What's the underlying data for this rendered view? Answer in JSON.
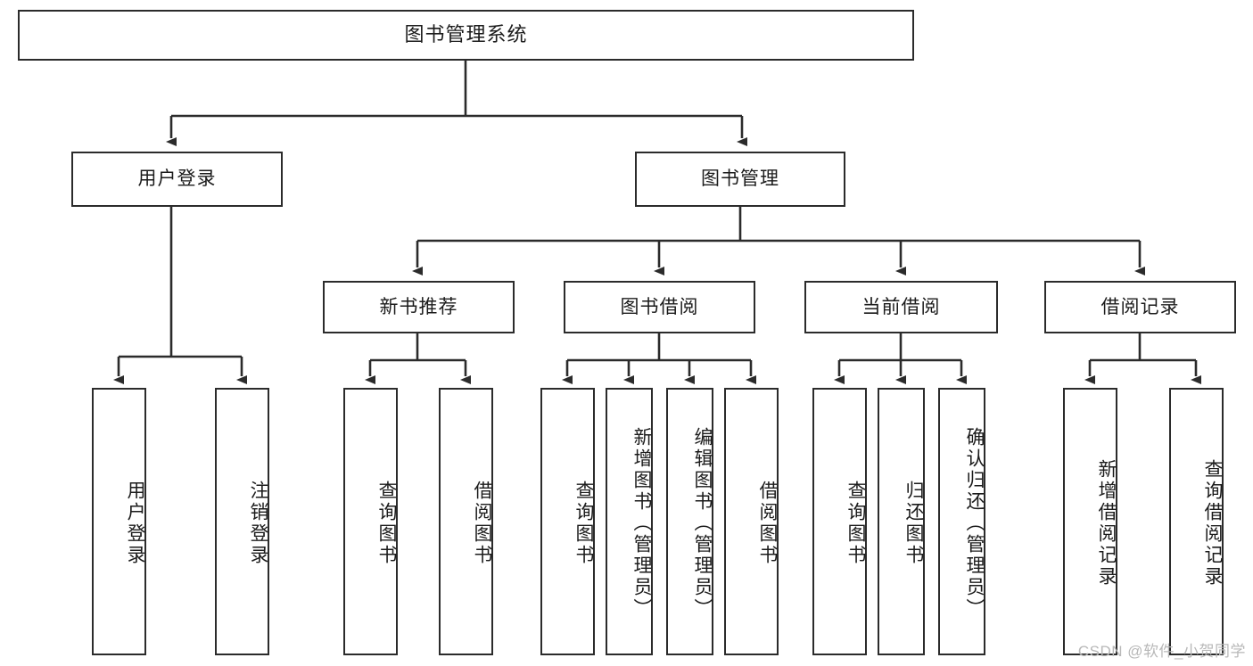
{
  "diagram": {
    "title": "图书管理系统",
    "type": "functional-structure-tree",
    "levels": 4,
    "root": {
      "id": "root",
      "label": "图书管理系统",
      "orientation": "horizontal"
    },
    "level2": [
      {
        "id": "user-login",
        "label": "用户登录",
        "orientation": "horizontal"
      },
      {
        "id": "book-manage",
        "label": "图书管理",
        "orientation": "horizontal"
      }
    ],
    "level3": [
      {
        "id": "new-book-recommend",
        "label": "新书推荐",
        "orientation": "horizontal",
        "parent": "book-manage"
      },
      {
        "id": "book-borrow",
        "label": "图书借阅",
        "orientation": "horizontal",
        "parent": "book-manage"
      },
      {
        "id": "current-borrow",
        "label": "当前借阅",
        "orientation": "horizontal",
        "parent": "book-manage"
      },
      {
        "id": "borrow-record",
        "label": "借阅记录",
        "orientation": "horizontal",
        "parent": "book-manage"
      }
    ],
    "leaves": [
      {
        "id": "leaf-user-login",
        "label": "用户登录",
        "parent": "user-login"
      },
      {
        "id": "leaf-user-logout",
        "label": "注销登录",
        "parent": "user-login"
      },
      {
        "id": "leaf-query-book-1",
        "label": "查询图书",
        "parent": "new-book-recommend"
      },
      {
        "id": "leaf-borrow-book-1",
        "label": "借阅图书",
        "parent": "new-book-recommend"
      },
      {
        "id": "leaf-query-book-2",
        "label": "查询图书",
        "parent": "book-borrow"
      },
      {
        "id": "leaf-add-book",
        "label": "新增图书（管理员）",
        "parent": "book-borrow"
      },
      {
        "id": "leaf-edit-book",
        "label": "编辑图书（管理员）",
        "parent": "book-borrow"
      },
      {
        "id": "leaf-borrow-book-2",
        "label": "借阅图书",
        "parent": "book-borrow"
      },
      {
        "id": "leaf-query-book-3",
        "label": "查询图书",
        "parent": "current-borrow"
      },
      {
        "id": "leaf-return-book",
        "label": "归还图书",
        "parent": "current-borrow"
      },
      {
        "id": "leaf-confirm-return",
        "label": "确认归还（管理员）",
        "parent": "current-borrow"
      },
      {
        "id": "leaf-add-record",
        "label": "新增借阅记录",
        "parent": "borrow-record"
      },
      {
        "id": "leaf-query-record",
        "label": "查询借阅记录",
        "parent": "borrow-record"
      }
    ]
  },
  "watermark": {
    "text": "CSDN @软件_小贺同学"
  },
  "colors": {
    "box_border": "#2b2b2b",
    "box_fill": "#ffffff",
    "text": "#1b1b1b",
    "connector": "#2b2b2b",
    "watermark": "#b8b8b8",
    "background": "#ffffff"
  }
}
